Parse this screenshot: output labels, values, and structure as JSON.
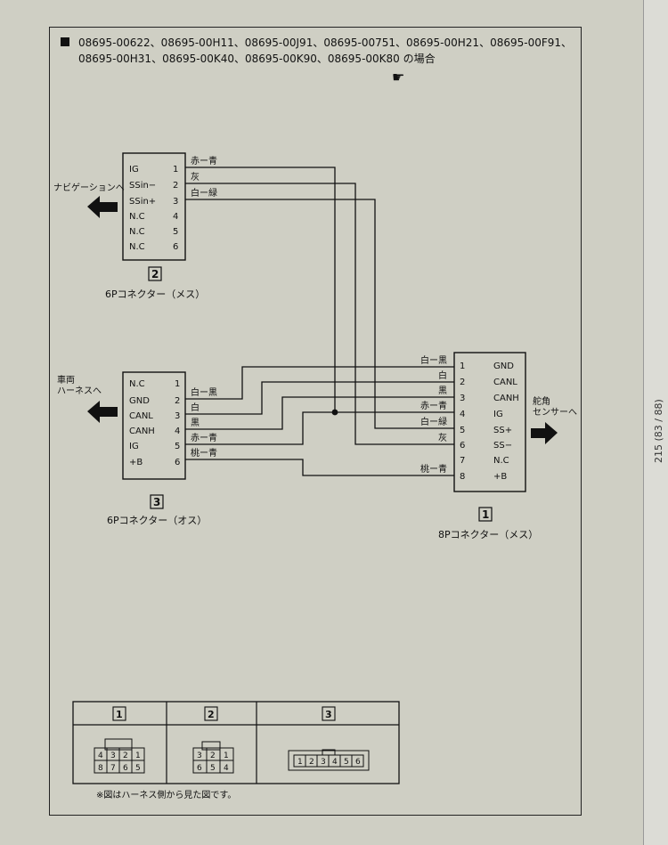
{
  "header": {
    "line1": "08695-00622、08695-00H11、08695-00J91、08695-00751、08695-00H21、08695-00F91、",
    "line2": "08695-00H31、08695-00K40、08695-00K90、08695-00K80 の場合"
  },
  "connector2": {
    "number": "2",
    "caption": "6Pコネクター（メス）",
    "destination": "ナビゲーションへ",
    "pins": [
      {
        "num": "1",
        "label": "IG",
        "wire": "赤ー青"
      },
      {
        "num": "2",
        "label": "SSin−",
        "wire": "灰"
      },
      {
        "num": "3",
        "label": "SSin+",
        "wire": "白ー緑"
      },
      {
        "num": "4",
        "label": "N.C",
        "wire": ""
      },
      {
        "num": "5",
        "label": "N.C",
        "wire": ""
      },
      {
        "num": "6",
        "label": "N.C",
        "wire": ""
      }
    ]
  },
  "connector3": {
    "number": "3",
    "caption": "6Pコネクター（オス）",
    "destination_line1": "車両",
    "destination_line2": "ハーネスへ",
    "pins": [
      {
        "num": "1",
        "label": "N.C",
        "wire": ""
      },
      {
        "num": "2",
        "label": "GND",
        "wire": "白ー黒"
      },
      {
        "num": "3",
        "label": "CANL",
        "wire": "白"
      },
      {
        "num": "4",
        "label": "CANH",
        "wire": "黒"
      },
      {
        "num": "5",
        "label": "IG",
        "wire": "赤ー青"
      },
      {
        "num": "6",
        "label": "+B",
        "wire": "桃ー青"
      }
    ]
  },
  "connector1": {
    "number": "1",
    "caption": "8Pコネクター（メス）",
    "destination_line1": "舵角",
    "destination_line2": "センサーへ",
    "pins": [
      {
        "num": "1",
        "label": "GND",
        "wire": "白ー黒"
      },
      {
        "num": "2",
        "label": "CANL",
        "wire": "白"
      },
      {
        "num": "3",
        "label": "CANH",
        "wire": "黒"
      },
      {
        "num": "4",
        "label": "IG",
        "wire": "赤ー青"
      },
      {
        "num": "5",
        "label": "SS+",
        "wire": "白ー緑"
      },
      {
        "num": "6",
        "label": "SS−",
        "wire": "灰"
      },
      {
        "num": "7",
        "label": "N.C",
        "wire": ""
      },
      {
        "num": "8",
        "label": "+B",
        "wire": "桃ー青"
      }
    ]
  },
  "face_table": {
    "headers": [
      "1",
      "2",
      "3"
    ],
    "c1_top": [
      "4",
      "3",
      "2",
      "1"
    ],
    "c1_bottom": [
      "8",
      "7",
      "6",
      "5"
    ],
    "c2_top": [
      "3",
      "2",
      "1"
    ],
    "c2_bottom": [
      "6",
      "5",
      "4"
    ],
    "c3_row": [
      "1",
      "2",
      "3",
      "4",
      "5",
      "6"
    ],
    "note": "※図はハーネス側から見た図です。"
  },
  "sidebar": {
    "page_indicator": "215 (83 / 88)"
  }
}
